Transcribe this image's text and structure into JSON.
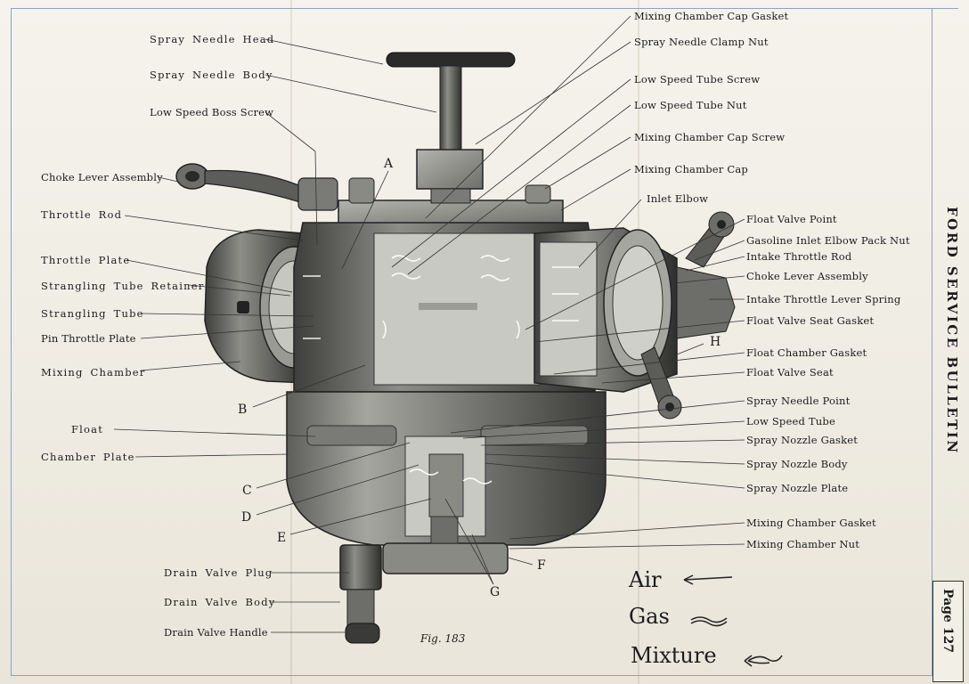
{
  "labels_left": [
    {
      "id": "spray-needle-head",
      "text": "Spray Needle Head"
    },
    {
      "id": "spray-needle-body",
      "text": "Spray Needle Body"
    },
    {
      "id": "low-speed-boss-screw",
      "text": "Low Speed Boss Screw"
    },
    {
      "id": "choke-lever-assembly-left",
      "text": "Choke Lever Assembly"
    },
    {
      "id": "throttle-rod",
      "text": "Throttle Rod"
    },
    {
      "id": "throttle-plate",
      "text": "Throttle Plate"
    },
    {
      "id": "strangling-tube-retainer",
      "text": "Strangling Tube Retainer"
    },
    {
      "id": "strangling-tube",
      "text": "Strangling Tube"
    },
    {
      "id": "pin-throttle-plate",
      "text": "Pin Throttle Plate"
    },
    {
      "id": "mixing-chamber",
      "text": "Mixing Chamber"
    },
    {
      "id": "float",
      "text": "Float"
    },
    {
      "id": "chamber-plate",
      "text": "Chamber Plate"
    },
    {
      "id": "drain-valve-plug",
      "text": "Drain Valve Plug"
    },
    {
      "id": "drain-valve-body",
      "text": "Drain Valve Body"
    },
    {
      "id": "drain-valve-handle",
      "text": "Drain Valve Handle"
    }
  ],
  "labels_right": [
    {
      "id": "mixing-chamber-cap-gasket",
      "text": "Mixing Chamber Cap Gasket"
    },
    {
      "id": "spray-needle-clamp-nut",
      "text": "Spray Needle Clamp Nut"
    },
    {
      "id": "low-speed-tube-screw",
      "text": "Low Speed Tube Screw"
    },
    {
      "id": "low-speed-tube-nut",
      "text": "Low Speed Tube Nut"
    },
    {
      "id": "mixing-chamber-cap-screw",
      "text": "Mixing Chamber Cap Screw"
    },
    {
      "id": "mixing-chamber-cap",
      "text": "Mixing Chamber Cap"
    },
    {
      "id": "inlet-elbow",
      "text": "Inlet Elbow"
    },
    {
      "id": "float-valve-point",
      "text": "Float Valve Point"
    },
    {
      "id": "gasoline-inlet-elbow-pack-nut",
      "text": "Gasoline Inlet Elbow Pack Nut"
    },
    {
      "id": "intake-throttle-rod",
      "text": "Intake Throttle Rod"
    },
    {
      "id": "choke-lever-assembly-right",
      "text": "Choke Lever Assembly"
    },
    {
      "id": "intake-throttle-lever-spring",
      "text": "Intake Throttle Lever Spring"
    },
    {
      "id": "float-valve-seat-gasket",
      "text": "Float Valve Seat Gasket"
    },
    {
      "id": "float-chamber-gasket",
      "text": "Float Chamber Gasket"
    },
    {
      "id": "float-valve-seat",
      "text": "Float Valve Seat"
    },
    {
      "id": "spray-needle-point",
      "text": "Spray Needle Point"
    },
    {
      "id": "low-speed-tube",
      "text": "Low Speed Tube"
    },
    {
      "id": "spray-nozzle-gasket",
      "text": "Spray Nozzle Gasket"
    },
    {
      "id": "spray-nozzle-body",
      "text": "Spray Nozzle Body"
    },
    {
      "id": "spray-nozzle-plate",
      "text": "Spray Nozzle Plate"
    },
    {
      "id": "mixing-chamber-gasket",
      "text": "Mixing Chamber Gasket"
    },
    {
      "id": "mixing-chamber-nut",
      "text": "Mixing Chamber Nut"
    }
  ],
  "letters": [
    "A",
    "B",
    "C",
    "D",
    "E",
    "F",
    "G",
    "H"
  ],
  "legend": {
    "air": "Air",
    "gas": "Gas",
    "mixture": "Mixture"
  },
  "figure_caption": "Fig. 183",
  "side_title": "FORD SERVICE BULLETIN",
  "page_number": "Page 127",
  "colors": {
    "paper": "#f1eee6",
    "ink": "#1c1c1c",
    "metal_dark": "#4a4a48",
    "metal_mid": "#8a8a86",
    "metal_light": "#c4c4be",
    "rule": "#8aa4c4"
  }
}
